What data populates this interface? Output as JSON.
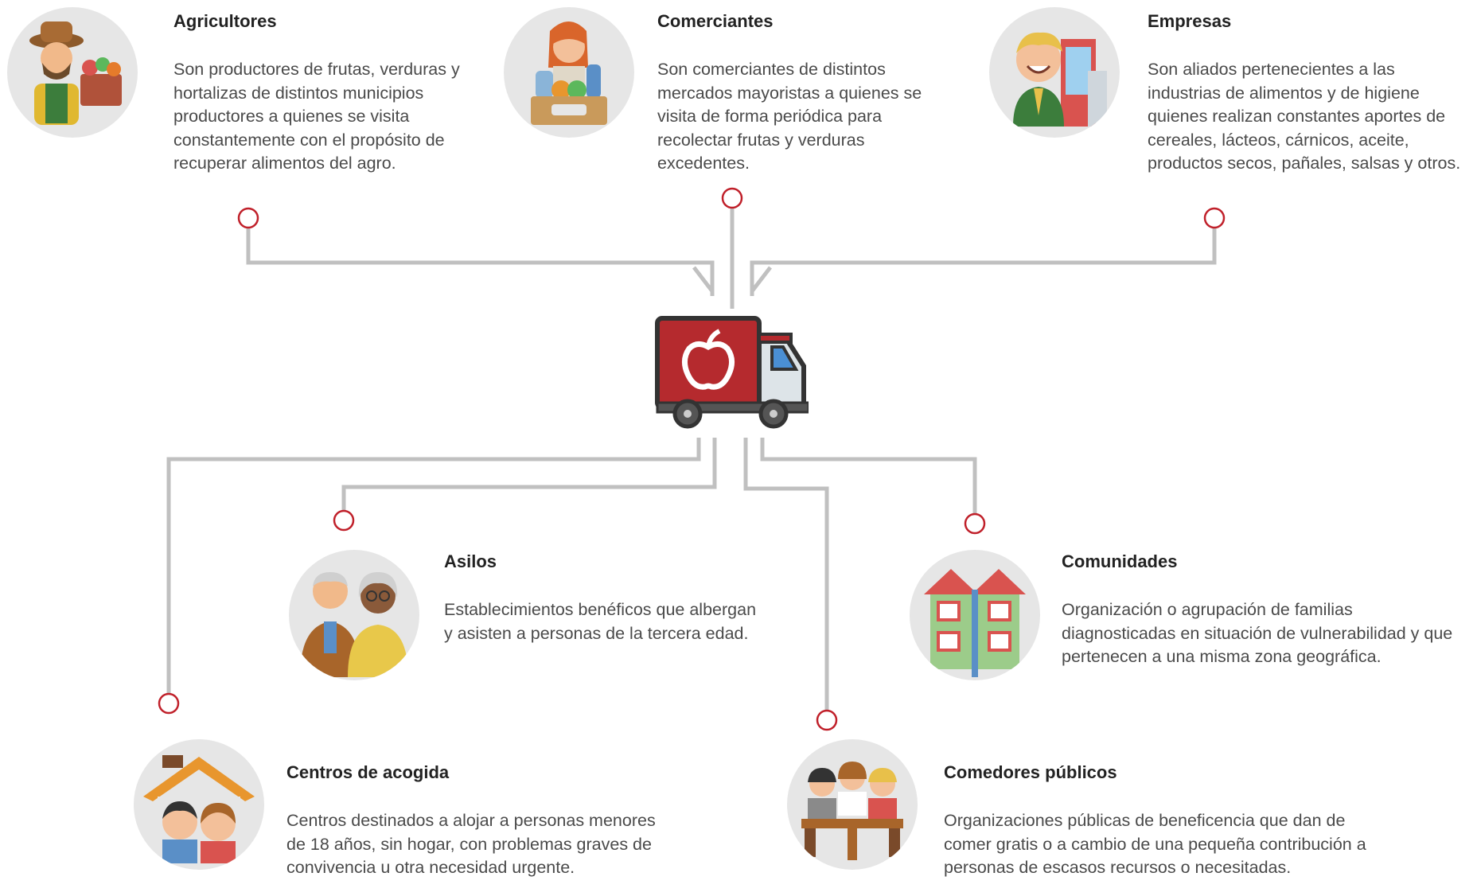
{
  "sources": [
    {
      "key": "agricultores",
      "title": "Agricultores",
      "description": "Son productores de frutas, verduras y hortalizas de distintos municipios productores a quienes se visita constantemente con el propósito de recuperar alimentos del agro.",
      "icon": "farmer-icon"
    },
    {
      "key": "comerciantes",
      "title": "Comerciantes",
      "description": "Son comerciantes de distintos mercados mayoristas a quienes se visita de forma periódica para recolectar frutas y verduras excedentes.",
      "icon": "merchant-icon"
    },
    {
      "key": "empresas",
      "title": "Empresas",
      "description": "Son aliados pertenecientes a las industrias de alimentos y de higiene quienes realizan constantes aportes de cereales, lácteos, cárnicos, aceite, productos secos, pañales, salsas y otros.",
      "icon": "businessman-icon"
    }
  ],
  "hub": {
    "icon": "delivery-truck-apple-icon"
  },
  "destinations": [
    {
      "key": "asilos",
      "title": "Asilos",
      "description": "Establecimientos benéficos que albergan y asisten a personas de la tercera edad.",
      "icon": "elderly-couple-icon"
    },
    {
      "key": "comunidades",
      "title": "Comunidades",
      "description": "Organización o agrupación de familias diagnosticadas en situación de vulnerabilidad y que pertenecen a una misma zona geográfica.",
      "icon": "houses-icon"
    },
    {
      "key": "centros",
      "title": "Centros de acogida",
      "description": "Centros destinados a alojar a personas menores de 18 años, sin hogar, con problemas graves de convivencia u otra necesidad urgente.",
      "icon": "children-shelter-icon"
    },
    {
      "key": "comedores",
      "title": "Comedores públicos",
      "description": "Organizaciones públicas de beneficencia que dan de comer gratis o a cambio de una pequeña contribución a personas de escasos recursos o necesitadas.",
      "icon": "dining-people-icon"
    }
  ],
  "colors": {
    "connector": "#c0c0c0",
    "node_ring": "#c0202a",
    "truck_body": "#b52a2e",
    "icon_bg": "#e6e6e6"
  }
}
